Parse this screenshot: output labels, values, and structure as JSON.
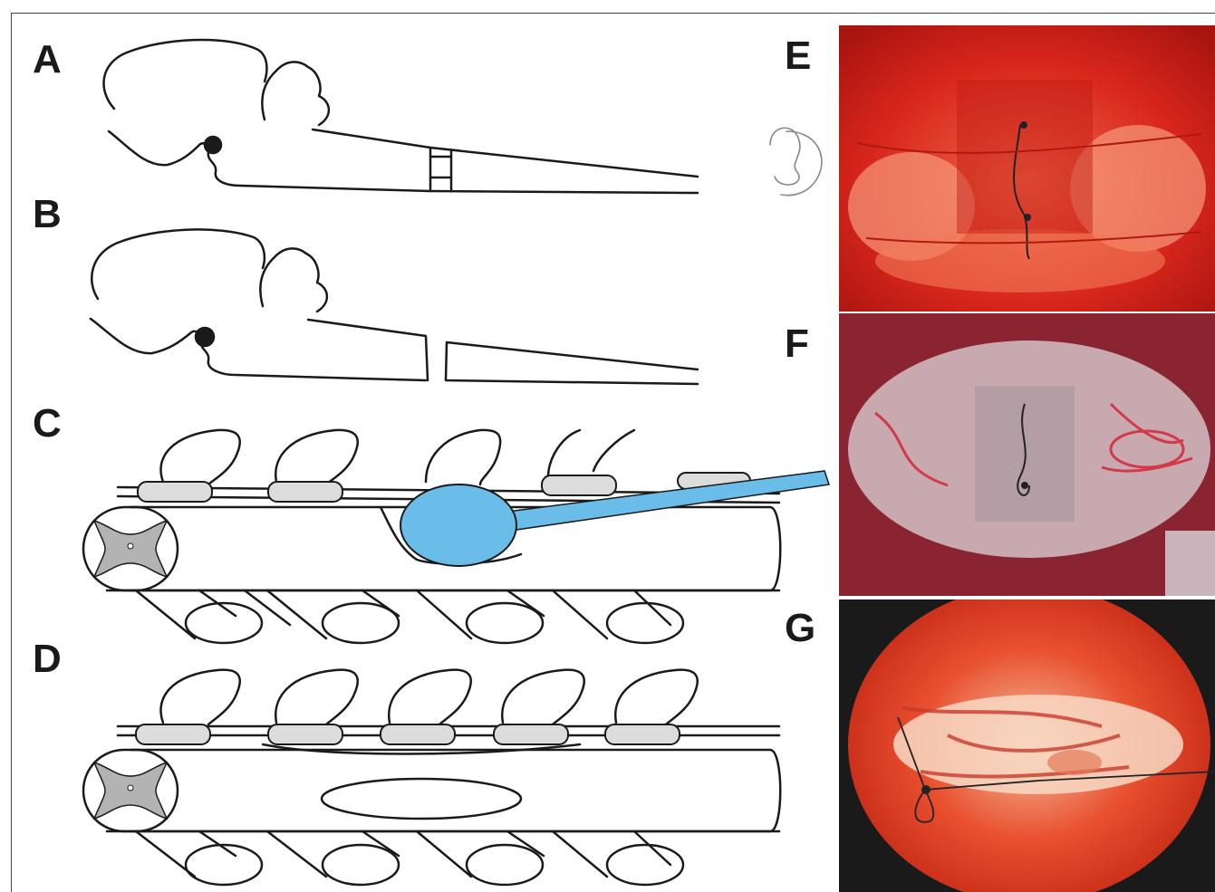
{
  "figure": {
    "panels": [
      {
        "id": "A",
        "label": "A",
        "kind": "brain-spinal-cord-sketch",
        "state": "intact cord with graft sleeve"
      },
      {
        "id": "B",
        "label": "B",
        "kind": "brain-spinal-cord-sketch",
        "state": "transected cord"
      },
      {
        "id": "C",
        "label": "C",
        "kind": "vertebral-column-schematic",
        "state": "balloon compression"
      },
      {
        "id": "D",
        "label": "D",
        "kind": "vertebral-column-schematic",
        "state": "compressed lesion"
      },
      {
        "id": "E",
        "label": "E",
        "kind": "surgical-photo"
      },
      {
        "id": "F",
        "label": "F",
        "kind": "surgical-photo"
      },
      {
        "id": "G",
        "label": "G",
        "kind": "surgical-photo"
      }
    ],
    "colors": {
      "line": "#1a1a1a",
      "balloon": "#69bde8",
      "vertebra": "#dcdcdc",
      "photo_red": "#d8261c",
      "photo_pink": "#c9a9b0"
    }
  }
}
